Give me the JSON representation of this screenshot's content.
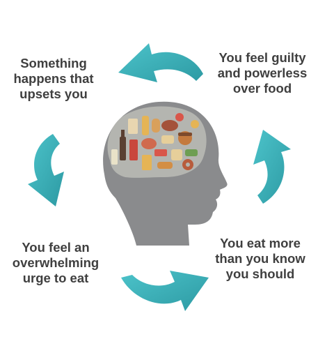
{
  "cycle": {
    "steps": [
      {
        "id": "step-upset",
        "lines": [
          "Something",
          "happens that",
          "upsets you"
        ]
      },
      {
        "id": "step-urge",
        "lines": [
          "You feel an",
          "overwhelming",
          "urge to eat"
        ]
      },
      {
        "id": "step-overeat",
        "lines": [
          "You eat more",
          "than you know",
          "you should"
        ]
      },
      {
        "id": "step-guilt",
        "lines": [
          "You feel guilty",
          "and powerless",
          "over food"
        ]
      }
    ]
  },
  "colors": {
    "arrow": "#3ab0b8",
    "arrow_shade": "#2b8f97",
    "head": "#8a8b8d",
    "brain": "#b4b5b0",
    "text": "#3f3f3f"
  },
  "icons": {
    "center": "head-with-food-brain-icon",
    "arrows": "curved-cycle-arrow-icon"
  }
}
